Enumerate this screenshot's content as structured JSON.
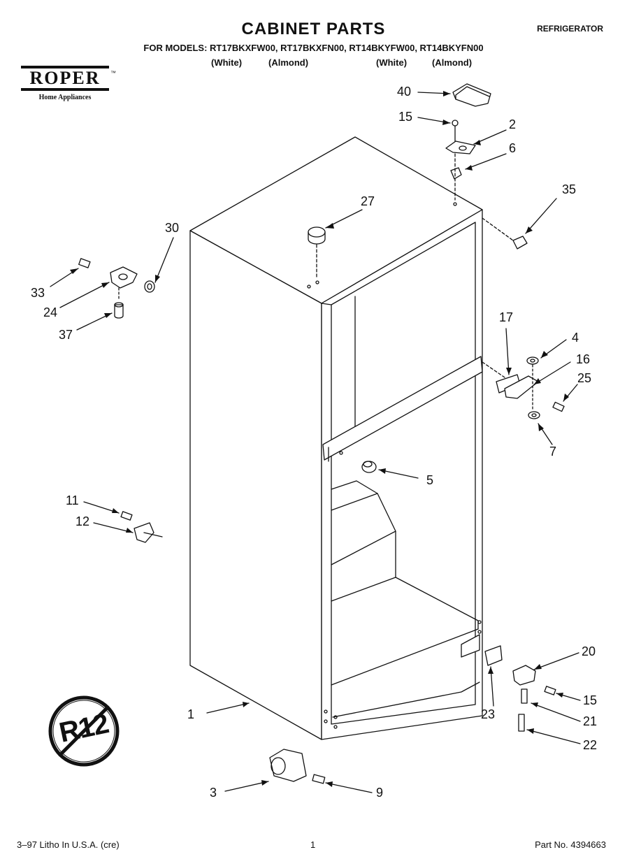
{
  "header": {
    "title": "CABINET PARTS",
    "category": "REFRIGERATOR",
    "models_line": "FOR MODELS: RT17BKXFW00, RT17BKXFN00, RT14BKYFW00, RT14BKYFN00",
    "colors": [
      "(White)",
      "(Almond)",
      "(White)",
      "(Almond)"
    ]
  },
  "brand": {
    "name": "ROPER",
    "trademark": "™",
    "subtitle": "Home Appliances"
  },
  "callouts": [
    "40",
    "15",
    "2",
    "6",
    "35",
    "27",
    "30",
    "33",
    "24",
    "37",
    "17",
    "4",
    "16",
    "25",
    "7",
    "5",
    "11",
    "12",
    "20",
    "15",
    "21",
    "22",
    "23",
    "1",
    "3",
    "9"
  ],
  "badge": {
    "text": "R12"
  },
  "footer": {
    "left": "3–97 Litho In U.S.A. (cre)",
    "page": "1",
    "part_no": "Part No. 4394663"
  }
}
